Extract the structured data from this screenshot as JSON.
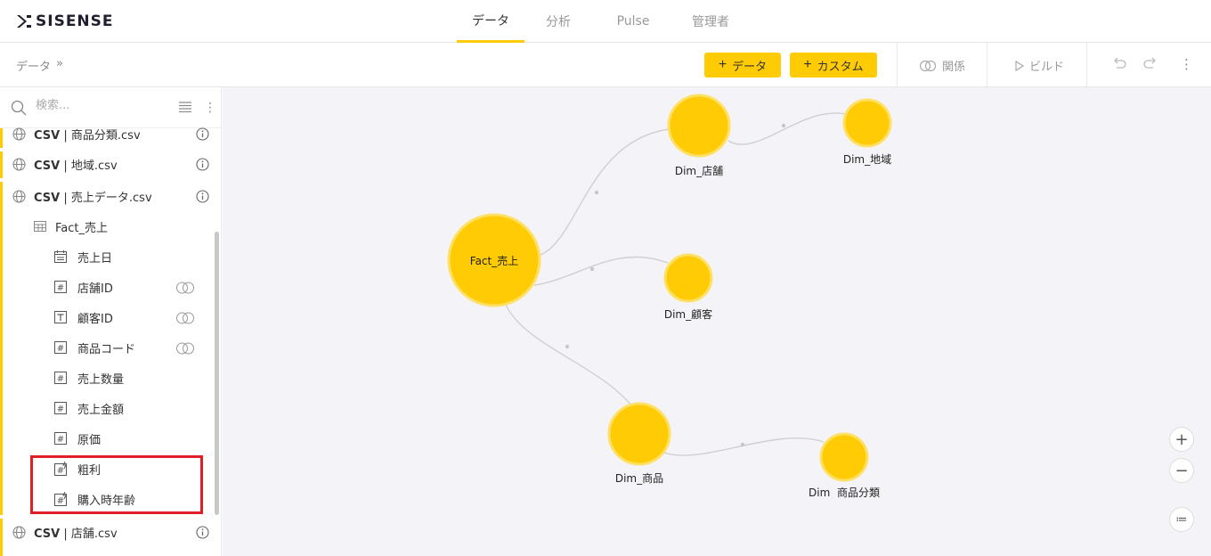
{
  "app": {
    "logo_text": "SISENSE"
  },
  "nav": {
    "tabs": [
      {
        "label": "データ",
        "active": true
      },
      {
        "label": "分析"
      },
      {
        "label": "Pulse"
      },
      {
        "label": "管理者"
      }
    ]
  },
  "toolbar": {
    "breadcrumb": "データ",
    "breadcrumb_sep": "»",
    "add_data_label": "データ",
    "add_custom_label": "カスタム",
    "relations_label": "関係",
    "build_label": "ビルド"
  },
  "sidebar": {
    "search_placeholder": "検索...",
    "items": [
      {
        "type": "csv",
        "prefix": "CSV",
        "sep": "|",
        "name": "商品分類.csv"
      },
      {
        "type": "csv",
        "prefix": "CSV",
        "sep": "|",
        "name": "地域.csv"
      },
      {
        "type": "csv",
        "prefix": "CSV",
        "sep": "|",
        "name": "売上データ.csv"
      },
      {
        "type": "table",
        "name": "Fact_売上"
      },
      {
        "type": "date",
        "name": "売上日"
      },
      {
        "type": "number",
        "name": "店舗ID",
        "relation": true
      },
      {
        "type": "text",
        "name": "顧客ID",
        "relation": true
      },
      {
        "type": "number",
        "name": "商品コード",
        "relation": true
      },
      {
        "type": "number",
        "name": "売上数量"
      },
      {
        "type": "number",
        "name": "売上金額"
      },
      {
        "type": "number",
        "name": "原価"
      },
      {
        "type": "custom",
        "name": "粗利"
      },
      {
        "type": "custom",
        "name": "購入時年齢"
      },
      {
        "type": "csv",
        "prefix": "CSV",
        "sep": "|",
        "name": "店舗.csv"
      }
    ]
  },
  "graph": {
    "nodes": [
      {
        "id": "fact",
        "label": "Fact_売上"
      },
      {
        "id": "store",
        "label": "Dim_店舗"
      },
      {
        "id": "region",
        "label": "Dim_地域"
      },
      {
        "id": "customer",
        "label": "Dim_顧客"
      },
      {
        "id": "product",
        "label": "Dim_商品"
      },
      {
        "id": "category",
        "label": "Dim  商品分類"
      }
    ],
    "edges": [
      [
        "fact",
        "store"
      ],
      [
        "store",
        "region"
      ],
      [
        "fact",
        "customer"
      ],
      [
        "fact",
        "product"
      ],
      [
        "product",
        "category"
      ]
    ]
  },
  "colors": {
    "accent": "#ffcb05",
    "node_fill": "#ffcb05",
    "node_stroke": "#ffe066",
    "highlight": "#e01e26"
  },
  "zoom": {
    "in_label": "+",
    "out_label": "−",
    "menu_label": "≔"
  }
}
